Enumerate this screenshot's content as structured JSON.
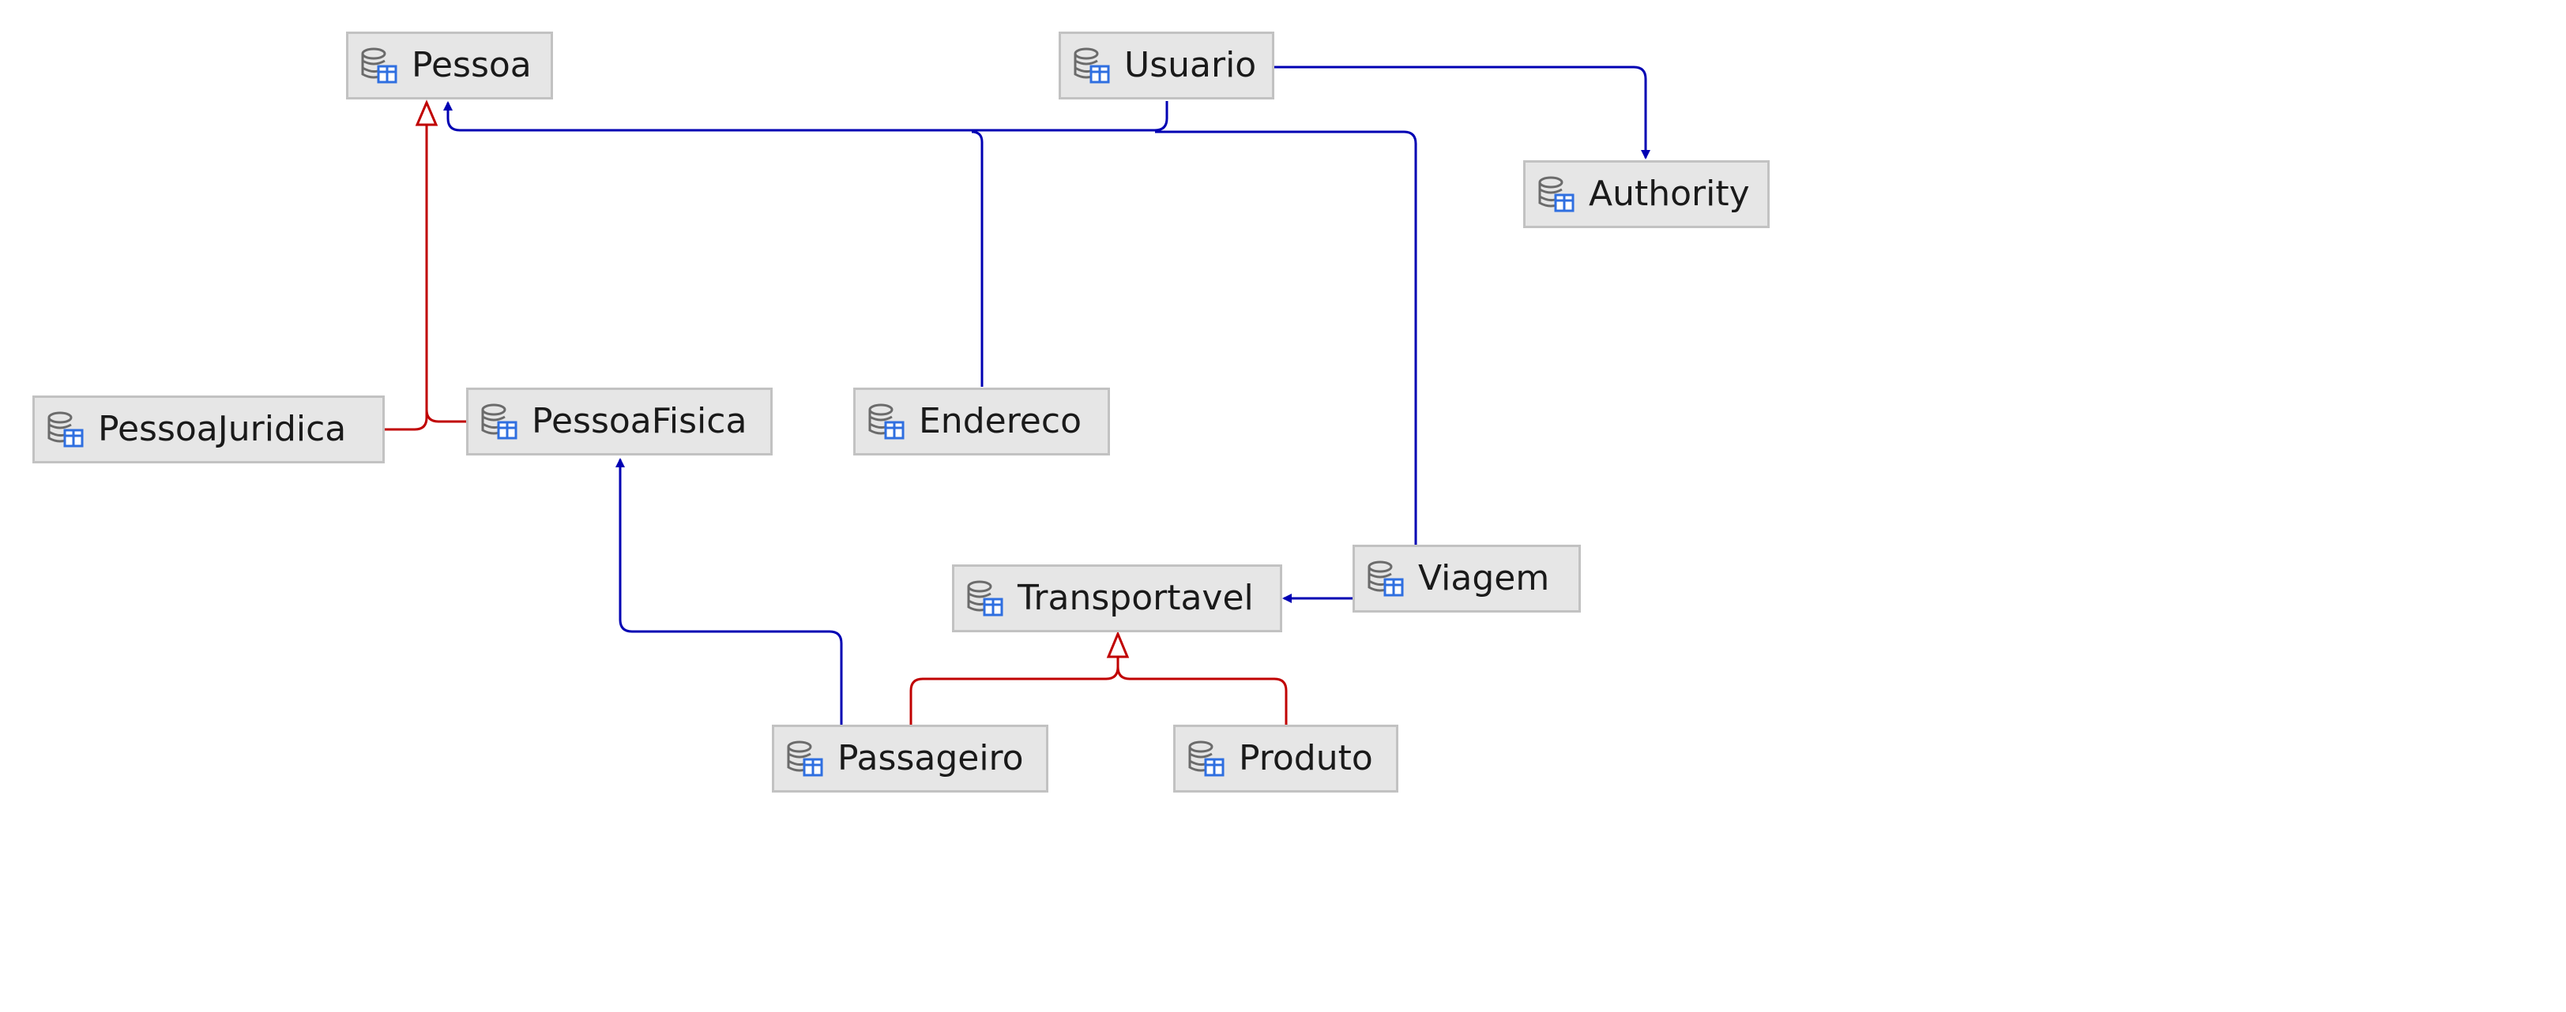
{
  "diagram": {
    "entities": [
      {
        "id": "pessoa",
        "label": "Pessoa",
        "icon": "table-entity-icon"
      },
      {
        "id": "usuario",
        "label": "Usuario",
        "icon": "table-entity-icon"
      },
      {
        "id": "authority",
        "label": "Authority",
        "icon": "table-entity-icon"
      },
      {
        "id": "pessoajuridica",
        "label": "PessoaJuridica",
        "icon": "table-entity-icon"
      },
      {
        "id": "pessoafisica",
        "label": "PessoaFisica",
        "icon": "table-entity-icon"
      },
      {
        "id": "endereco",
        "label": "Endereco",
        "icon": "table-entity-icon"
      },
      {
        "id": "viagem",
        "label": "Viagem",
        "icon": "table-entity-icon"
      },
      {
        "id": "transportavel",
        "label": "Transportavel",
        "icon": "table-entity-icon"
      },
      {
        "id": "passageiro",
        "label": "Passageiro",
        "icon": "table-entity-icon"
      },
      {
        "id": "produto",
        "label": "Produto",
        "icon": "table-entity-icon"
      }
    ],
    "relations": [
      {
        "from": "usuario",
        "to": "pessoa",
        "kind": "association"
      },
      {
        "from": "usuario",
        "to": "authority",
        "kind": "association"
      },
      {
        "from": "endereco",
        "to": "pessoa",
        "kind": "association"
      },
      {
        "from": "viagem",
        "to": "pessoa",
        "kind": "association"
      },
      {
        "from": "viagem",
        "to": "transportavel",
        "kind": "association"
      },
      {
        "from": "passageiro",
        "to": "pessoafisica",
        "kind": "association"
      },
      {
        "from": "pessoajuridica",
        "to": "pessoa",
        "kind": "inheritance"
      },
      {
        "from": "pessoafisica",
        "to": "pessoa",
        "kind": "inheritance"
      },
      {
        "from": "passageiro",
        "to": "transportavel",
        "kind": "inheritance"
      },
      {
        "from": "produto",
        "to": "transportavel",
        "kind": "inheritance"
      }
    ],
    "colors": {
      "association": "#0000b3",
      "inheritance": "#c00000",
      "entity_fill": "#e6e6e6",
      "entity_border": "#c2c2c2",
      "icon_gray": "#6b6b6b",
      "icon_blue": "#2f6fe0"
    }
  }
}
